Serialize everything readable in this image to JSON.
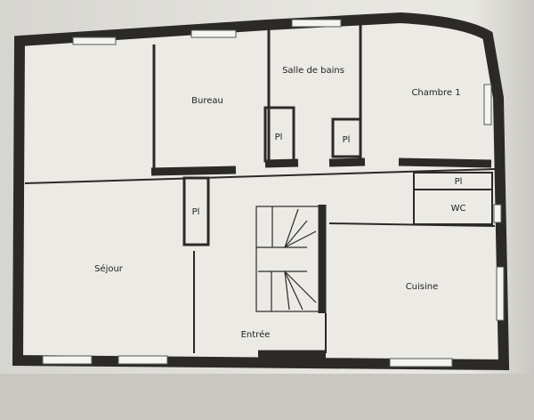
{
  "plan": {
    "rooms": {
      "bureau": "Bureau",
      "salle_de_bains": "Salle de bains",
      "chambre1": "Chambre 1",
      "sejour": "Séjour",
      "cuisine": "Cuisine",
      "entree": "Entrée",
      "wc": "WC",
      "placard1": "Pl",
      "placard2": "Pl",
      "placard3": "Pl",
      "placard4": "Pl"
    },
    "colors": {
      "wall": "#2b2a28",
      "paper": "#e6e5e0"
    }
  }
}
